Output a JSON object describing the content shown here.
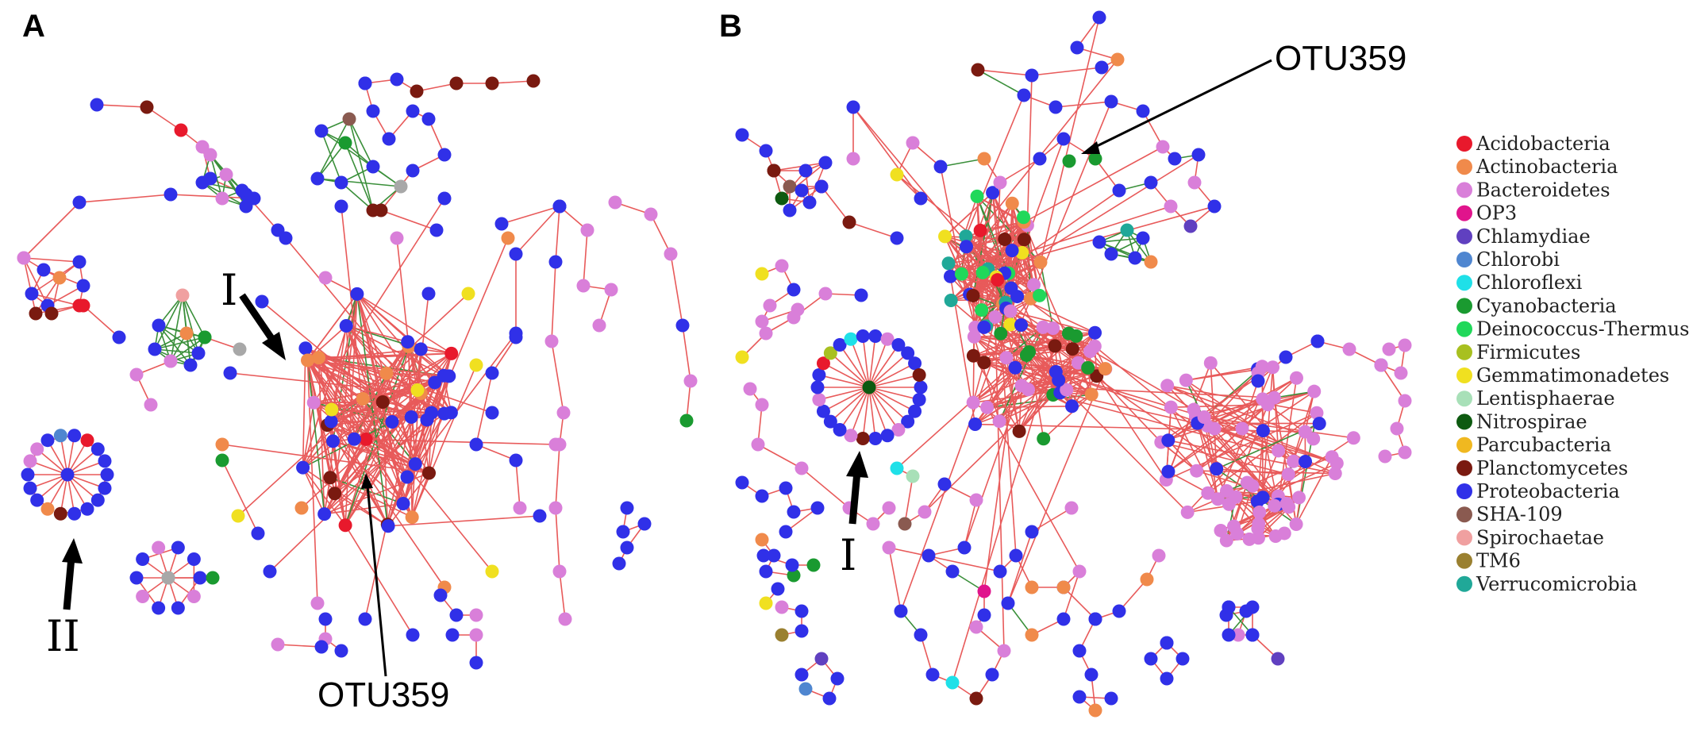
{
  "panels": [
    {
      "label": "A",
      "roman_labels": [
        "I",
        "II"
      ],
      "highlight_label": "OTU359"
    },
    {
      "label": "B",
      "roman_labels": [
        "I"
      ],
      "highlight_label": "OTU359"
    }
  ],
  "legend": [
    {
      "name": "Acidobacteria",
      "color": "#e8192c"
    },
    {
      "name": "Actinobacteria",
      "color": "#f08a4b"
    },
    {
      "name": "Bacteroidetes",
      "color": "#d97fd9"
    },
    {
      "name": "OP3",
      "color": "#e0148c"
    },
    {
      "name": "Chlamydiae",
      "color": "#6040c0"
    },
    {
      "name": "Chlorobi",
      "color": "#4f86d0"
    },
    {
      "name": "Chloroflexi",
      "color": "#1fe0e8"
    },
    {
      "name": "Cyanobacteria",
      "color": "#1a9a30"
    },
    {
      "name": "Deinococcus-Thermus",
      "color": "#20d85a"
    },
    {
      "name": "Firmicutes",
      "color": "#a8c020"
    },
    {
      "name": "Gemmatimonadetes",
      "color": "#f0e020"
    },
    {
      "name": "Lentisphaerae",
      "color": "#a8e0b8"
    },
    {
      "name": "Nitrospirae",
      "color": "#0d5a10"
    },
    {
      "name": "Parcubacteria",
      "color": "#f0b820"
    },
    {
      "name": "Planctomycetes",
      "color": "#7a1a10"
    },
    {
      "name": "Proteobacteria",
      "color": "#3030e8"
    },
    {
      "name": "SHA-109",
      "color": "#8a5a50"
    },
    {
      "name": "Spirochaetae",
      "color": "#f0a0a0"
    },
    {
      "name": "TM6",
      "color": "#9a8030"
    },
    {
      "name": "Verrucomicrobia",
      "color": "#20a898"
    }
  ],
  "colors": {
    "positive_edge": "#e85a5a",
    "negative_edge": "#3a8f3a"
  }
}
